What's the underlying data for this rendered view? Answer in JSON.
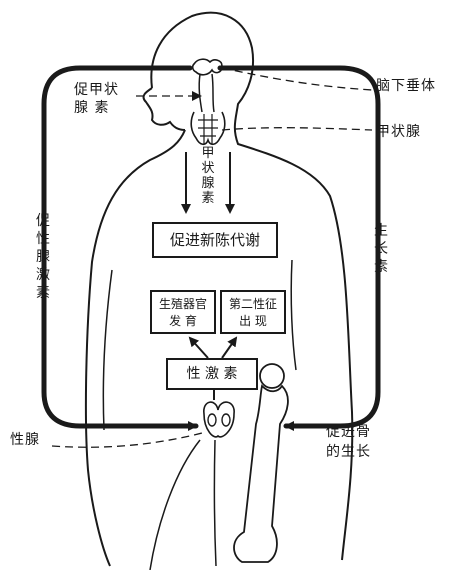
{
  "labels": {
    "pituitary": "脑下垂体",
    "tsh_line1": "促甲状",
    "tsh_line2": "腺 素",
    "thyroid": "甲状腺",
    "thyroxine": "甲状腺素",
    "gonadotropin": "促性腺激素",
    "growth_hormone": "生长素",
    "metabolism": "促进新陈代谢",
    "organ_line1": "生殖器官",
    "organ_line2": "发 育",
    "secondary_line1": "第二性征",
    "secondary_line2": "出 现",
    "sex_hormone": "性 激 素",
    "gonad": "性腺",
    "bone_line1": "促进骨",
    "bone_line2": "的生长"
  },
  "colors": {
    "ink": "#1a1a1a",
    "paper": "#ffffff"
  }
}
